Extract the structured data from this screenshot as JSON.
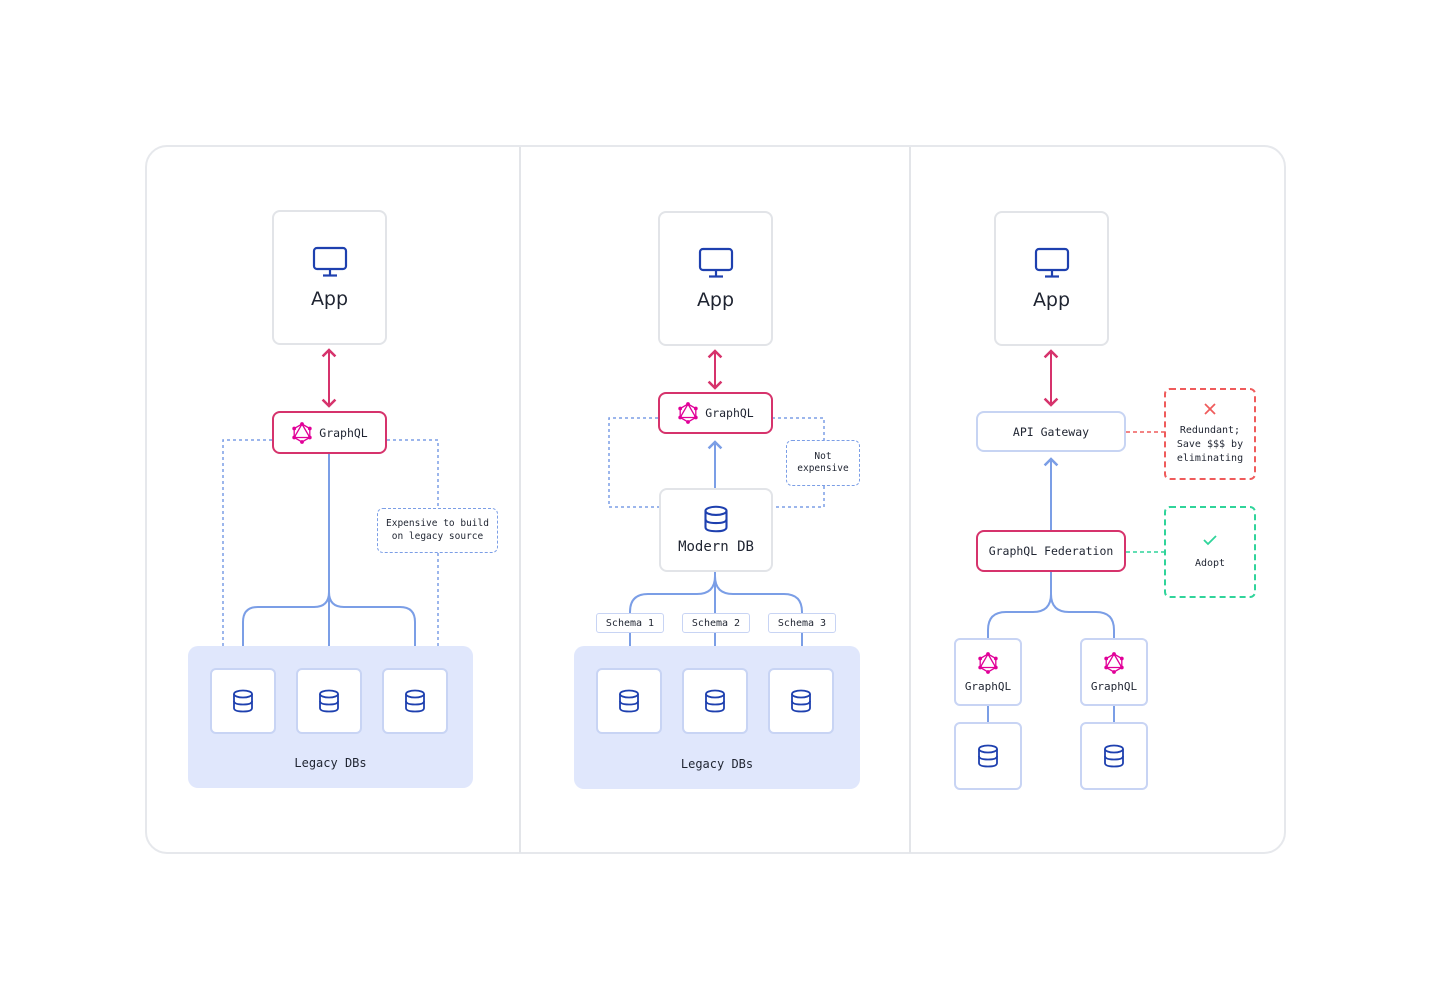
{
  "panels": [
    {
      "app_label": "App",
      "graphql_label": "GraphQL",
      "note": "Expensive to build\non legacy source",
      "tray_label": "Legacy DBs"
    },
    {
      "app_label": "App",
      "graphql_label": "GraphQL",
      "note": "Not\nexpensive",
      "modern_db_label": "Modern DB",
      "schemas": [
        "Schema 1",
        "Schema 2",
        "Schema 3"
      ],
      "tray_label": "Legacy DBs"
    },
    {
      "app_label": "App",
      "gateway_label": "API Gateway",
      "federation_label": "GraphQL Federation",
      "subgraphs": [
        "GraphQL",
        "GraphQL"
      ],
      "redundant_note": "Redundant;\nSave $$$ by\neliminating",
      "adopt_note": "Adopt"
    }
  ],
  "colors": {
    "accent_pink": "#d6336c",
    "accent_blue": "#1e40af",
    "line_blue": "#7b9ee6",
    "bad_red": "#ef5b5b",
    "good_green": "#2fd49a",
    "tray_fill": "#e0e7fc"
  },
  "icons": {
    "app": "monitor-icon",
    "graphql": "graphql-logo-icon",
    "database": "database-icon",
    "redundant": "x-mark-icon",
    "adopt": "check-mark-icon"
  }
}
